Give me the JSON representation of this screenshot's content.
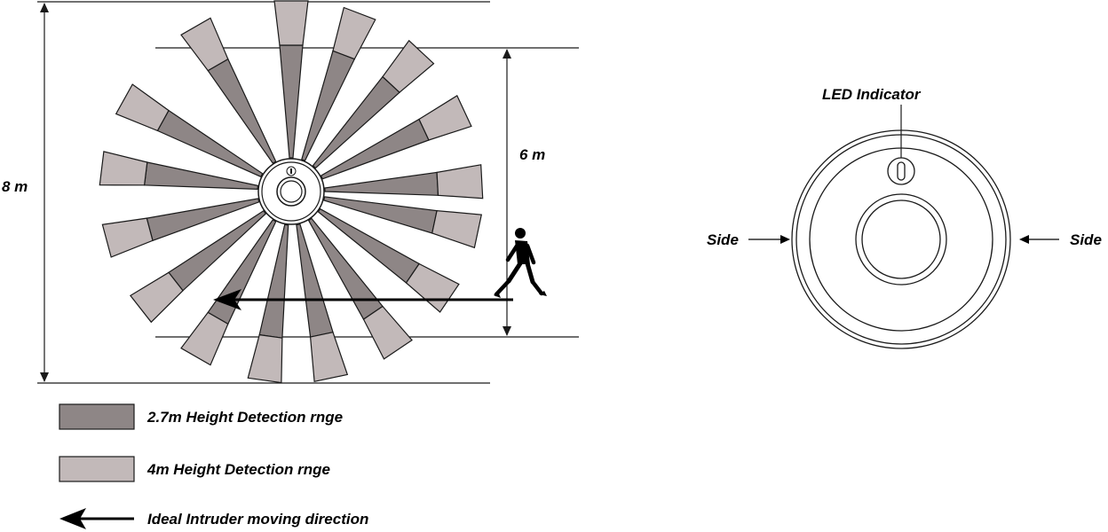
{
  "dimensions": {
    "total_span_label": "8 m",
    "inner_span_label": "6 m"
  },
  "legend": {
    "items": [
      {
        "key": "low",
        "label": "2.7m Height Detection rnge",
        "color": "#8e8686"
      },
      {
        "key": "high",
        "label": "4m Height Detection rnge",
        "color": "#c2b9b9"
      },
      {
        "key": "arrow",
        "label": "Ideal Intruder moving direction"
      }
    ]
  },
  "sensor": {
    "led_label": "LED Indicator",
    "side_left_label": "Side",
    "side_right_label": "Side"
  },
  "colors": {
    "stroke": "#1a1a1a",
    "low_zone": "#8e8686",
    "high_zone": "#c2b9b9"
  },
  "detection_pattern": {
    "beam_count": 16,
    "beam_angles_deg": [
      270,
      291,
      313,
      335,
      357,
      12,
      34,
      56,
      78,
      98,
      120,
      142,
      165,
      187,
      209,
      240
    ]
  }
}
